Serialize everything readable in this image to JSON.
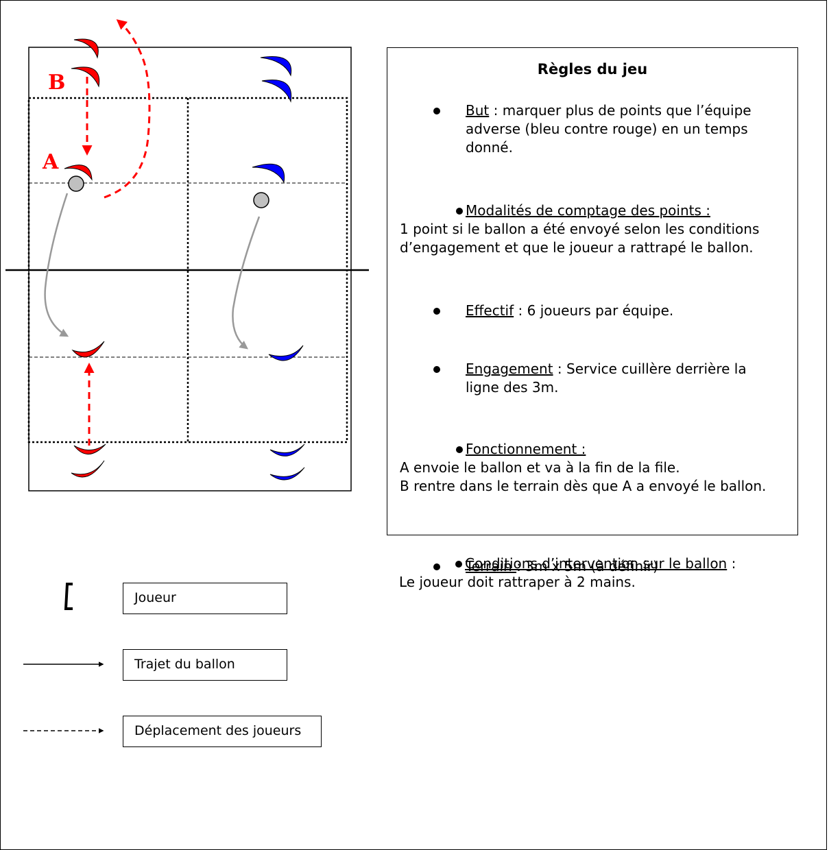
{
  "diagram": {
    "labels": {
      "a": "A",
      "b": "B"
    },
    "colors": {
      "red_team": "#ff0000",
      "blue_team": "#0000ff",
      "ball": "#c0c0c0",
      "ball_path": "#999999"
    }
  },
  "rules": {
    "title": "Règles du jeu",
    "items": [
      {
        "label": "But",
        "text": " : marquer plus de points que l’équipe adverse (bleu contre rouge) en un temps donné."
      },
      {
        "label": "Modalités de comptage des points :",
        "text": "",
        "extra": "1 point si le ballon a été envoyé selon les conditions d’engagement et que le joueur a rattrapé le ballon."
      },
      {
        "label": "Effectif",
        "text": " : 6 joueurs par équipe."
      },
      {
        "label": "Engagement",
        "text": " : Service cuillère derrière la ligne des 3m."
      },
      {
        "label": "Fonctionnement :",
        "text": "",
        "extra": "A envoie le ballon et va à la fin de la file.\nB rentre dans le terrain dès que A a envoyé le ballon."
      },
      {
        "label": "Terrain ",
        "text": ": 3m x 5m (à définir)"
      },
      {
        "label": "Conditions d’intervention sur le ballon",
        "text": " :",
        "extra": "Le joueur doit rattraper à 2 mains."
      }
    ]
  },
  "legend": {
    "player": "Joueur",
    "ball_path": "Trajet du ballon",
    "player_move": "Déplacement des joueurs"
  }
}
